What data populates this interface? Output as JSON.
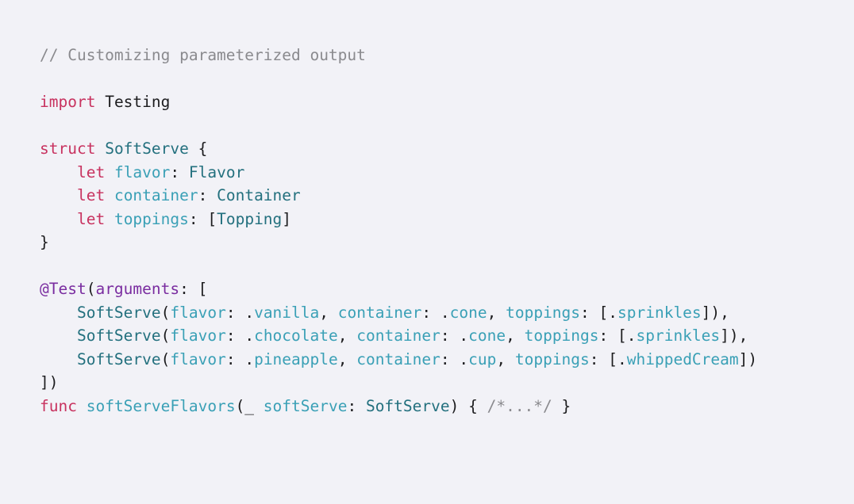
{
  "colors": {
    "background": "#f2f2f7",
    "plain": "#1c1c1e",
    "comment": "#8a8a8e",
    "keyword": "#c8325f",
    "type": "#23707e",
    "identifier": "#3aa0b6",
    "attribute": "#7a2da0"
  },
  "code": {
    "lines": [
      [
        {
          "t": "comment",
          "v": "// Customizing parameterized output"
        }
      ],
      [],
      [
        {
          "t": "keyword",
          "v": "import"
        },
        {
          "t": "plain",
          "v": " "
        },
        {
          "t": "plain",
          "v": "Testing"
        }
      ],
      [],
      [
        {
          "t": "keyword",
          "v": "struct"
        },
        {
          "t": "plain",
          "v": " "
        },
        {
          "t": "type",
          "v": "SoftServe"
        },
        {
          "t": "plain",
          "v": " {"
        }
      ],
      [
        {
          "t": "plain",
          "v": "    "
        },
        {
          "t": "keyword",
          "v": "let"
        },
        {
          "t": "plain",
          "v": " "
        },
        {
          "t": "ident",
          "v": "flavor"
        },
        {
          "t": "plain",
          "v": ": "
        },
        {
          "t": "type",
          "v": "Flavor"
        }
      ],
      [
        {
          "t": "plain",
          "v": "    "
        },
        {
          "t": "keyword",
          "v": "let"
        },
        {
          "t": "plain",
          "v": " "
        },
        {
          "t": "ident",
          "v": "container"
        },
        {
          "t": "plain",
          "v": ": "
        },
        {
          "t": "type",
          "v": "Container"
        }
      ],
      [
        {
          "t": "plain",
          "v": "    "
        },
        {
          "t": "keyword",
          "v": "let"
        },
        {
          "t": "plain",
          "v": " "
        },
        {
          "t": "ident",
          "v": "toppings"
        },
        {
          "t": "plain",
          "v": ": ["
        },
        {
          "t": "type",
          "v": "Topping"
        },
        {
          "t": "plain",
          "v": "]"
        }
      ],
      [
        {
          "t": "plain",
          "v": "}"
        }
      ],
      [],
      [
        {
          "t": "attr",
          "v": "@Test"
        },
        {
          "t": "plain",
          "v": "("
        },
        {
          "t": "attr",
          "v": "arguments"
        },
        {
          "t": "plain",
          "v": ": ["
        }
      ],
      [
        {
          "t": "plain",
          "v": "    "
        },
        {
          "t": "type",
          "v": "SoftServe"
        },
        {
          "t": "plain",
          "v": "("
        },
        {
          "t": "ident",
          "v": "flavor"
        },
        {
          "t": "plain",
          "v": ": ."
        },
        {
          "t": "ident",
          "v": "vanilla"
        },
        {
          "t": "plain",
          "v": ", "
        },
        {
          "t": "ident",
          "v": "container"
        },
        {
          "t": "plain",
          "v": ": ."
        },
        {
          "t": "ident",
          "v": "cone"
        },
        {
          "t": "plain",
          "v": ", "
        },
        {
          "t": "ident",
          "v": "toppings"
        },
        {
          "t": "plain",
          "v": ": [."
        },
        {
          "t": "ident",
          "v": "sprinkles"
        },
        {
          "t": "plain",
          "v": "]),"
        }
      ],
      [
        {
          "t": "plain",
          "v": "    "
        },
        {
          "t": "type",
          "v": "SoftServe"
        },
        {
          "t": "plain",
          "v": "("
        },
        {
          "t": "ident",
          "v": "flavor"
        },
        {
          "t": "plain",
          "v": ": ."
        },
        {
          "t": "ident",
          "v": "chocolate"
        },
        {
          "t": "plain",
          "v": ", "
        },
        {
          "t": "ident",
          "v": "container"
        },
        {
          "t": "plain",
          "v": ": ."
        },
        {
          "t": "ident",
          "v": "cone"
        },
        {
          "t": "plain",
          "v": ", "
        },
        {
          "t": "ident",
          "v": "toppings"
        },
        {
          "t": "plain",
          "v": ": [."
        },
        {
          "t": "ident",
          "v": "sprinkles"
        },
        {
          "t": "plain",
          "v": "]),"
        }
      ],
      [
        {
          "t": "plain",
          "v": "    "
        },
        {
          "t": "type",
          "v": "SoftServe"
        },
        {
          "t": "plain",
          "v": "("
        },
        {
          "t": "ident",
          "v": "flavor"
        },
        {
          "t": "plain",
          "v": ": ."
        },
        {
          "t": "ident",
          "v": "pineapple"
        },
        {
          "t": "plain",
          "v": ", "
        },
        {
          "t": "ident",
          "v": "container"
        },
        {
          "t": "plain",
          "v": ": ."
        },
        {
          "t": "ident",
          "v": "cup"
        },
        {
          "t": "plain",
          "v": ", "
        },
        {
          "t": "ident",
          "v": "toppings"
        },
        {
          "t": "plain",
          "v": ": [."
        },
        {
          "t": "ident",
          "v": "whippedCream"
        },
        {
          "t": "plain",
          "v": "])"
        }
      ],
      [
        {
          "t": "plain",
          "v": "])"
        }
      ],
      [
        {
          "t": "keyword",
          "v": "func"
        },
        {
          "t": "plain",
          "v": " "
        },
        {
          "t": "ident",
          "v": "softServeFlavors"
        },
        {
          "t": "plain",
          "v": "(_ "
        },
        {
          "t": "ident",
          "v": "softServe"
        },
        {
          "t": "plain",
          "v": ": "
        },
        {
          "t": "type",
          "v": "SoftServe"
        },
        {
          "t": "plain",
          "v": ") { "
        },
        {
          "t": "comment",
          "v": "/*...*/"
        },
        {
          "t": "plain",
          "v": " }"
        }
      ]
    ]
  }
}
